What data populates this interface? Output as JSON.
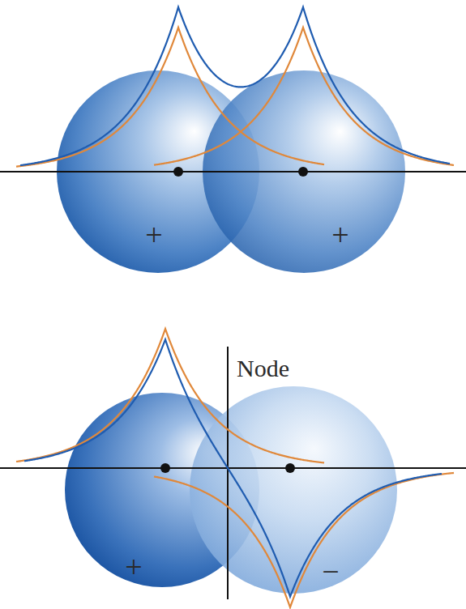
{
  "diagram": {
    "labels": [
      "+",
      "+",
      "Node",
      "+",
      "−"
    ]
  }
}
